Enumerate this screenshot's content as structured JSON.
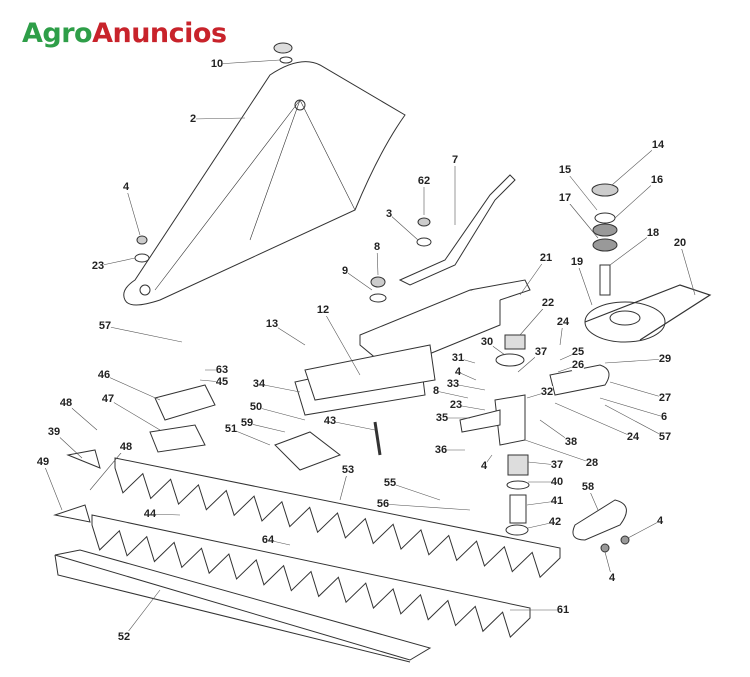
{
  "logo": {
    "part1": "Agro",
    "part2": "Anuncios",
    "colors": {
      "agro": "#2e9e48",
      "anuncios": "#c8232b"
    }
  },
  "callouts": [
    "10",
    "2",
    "4",
    "23",
    "7",
    "62",
    "3",
    "8",
    "9",
    "21",
    "14",
    "15",
    "16",
    "17",
    "18",
    "19",
    "20",
    "22",
    "24",
    "12",
    "13",
    "30",
    "37",
    "25",
    "26",
    "29",
    "31",
    "4",
    "57",
    "63",
    "45",
    "46",
    "34",
    "33",
    "32",
    "27",
    "8",
    "23",
    "6",
    "35",
    "24",
    "57",
    "47",
    "48",
    "50",
    "59",
    "51",
    "43",
    "38",
    "36",
    "39",
    "4",
    "37",
    "28",
    "40",
    "41",
    "42",
    "58",
    "4",
    "4",
    "48",
    "53",
    "49",
    "55",
    "56",
    "44",
    "64",
    "61",
    "52"
  ]
}
